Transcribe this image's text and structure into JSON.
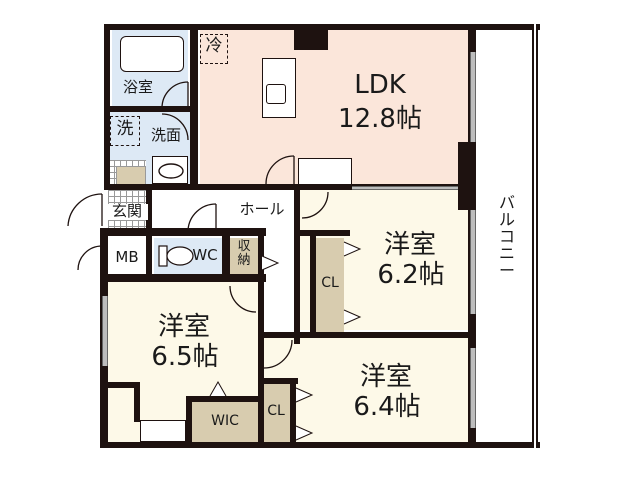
{
  "floorplan": {
    "colors": {
      "wall": "#1e1210",
      "ldk": "#fbe6da",
      "western_room": "#fdf9e8",
      "wet_area": "#dde9f5",
      "closet": "#d8ccaf",
      "window": "#bdbdbd"
    },
    "rooms": {
      "ldk": {
        "name": "LDK",
        "size": "12.8帖"
      },
      "room_62": {
        "name": "洋室",
        "size": "6.2帖"
      },
      "room_65": {
        "name": "洋室",
        "size": "6.5帖"
      },
      "room_64": {
        "name": "洋室",
        "size": "6.4帖"
      },
      "bath": {
        "name": "浴室"
      },
      "washroom": {
        "name": "洗面"
      },
      "washer": {
        "name": "洗"
      },
      "fridge": {
        "name": "冷"
      },
      "entrance": {
        "name": "玄関"
      },
      "hall": {
        "name": "ホール"
      },
      "mb": {
        "name": "MB"
      },
      "wc": {
        "name": "WC"
      },
      "storage": {
        "name": "収\n納"
      },
      "wic": {
        "name": "WIC"
      },
      "cl_62": {
        "name": "CL"
      },
      "cl_64": {
        "name": "CL"
      },
      "balcony": {
        "name": "バ\nル\nコ\nニ\nー"
      }
    }
  }
}
